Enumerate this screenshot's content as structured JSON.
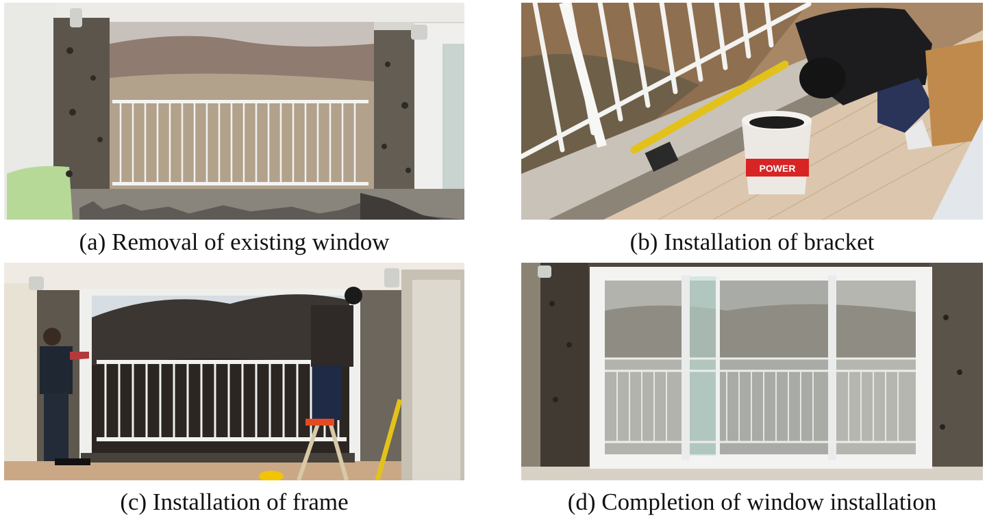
{
  "figure": {
    "panels": [
      {
        "id": "a",
        "caption": "(a) Removal of existing window"
      },
      {
        "id": "b",
        "caption": "(b) Installation of bracket"
      },
      {
        "id": "c",
        "caption": "(c) Installation of frame"
      },
      {
        "id": "d",
        "caption": "(d) Completion of window installation"
      }
    ],
    "bucket_label": "POWER"
  }
}
